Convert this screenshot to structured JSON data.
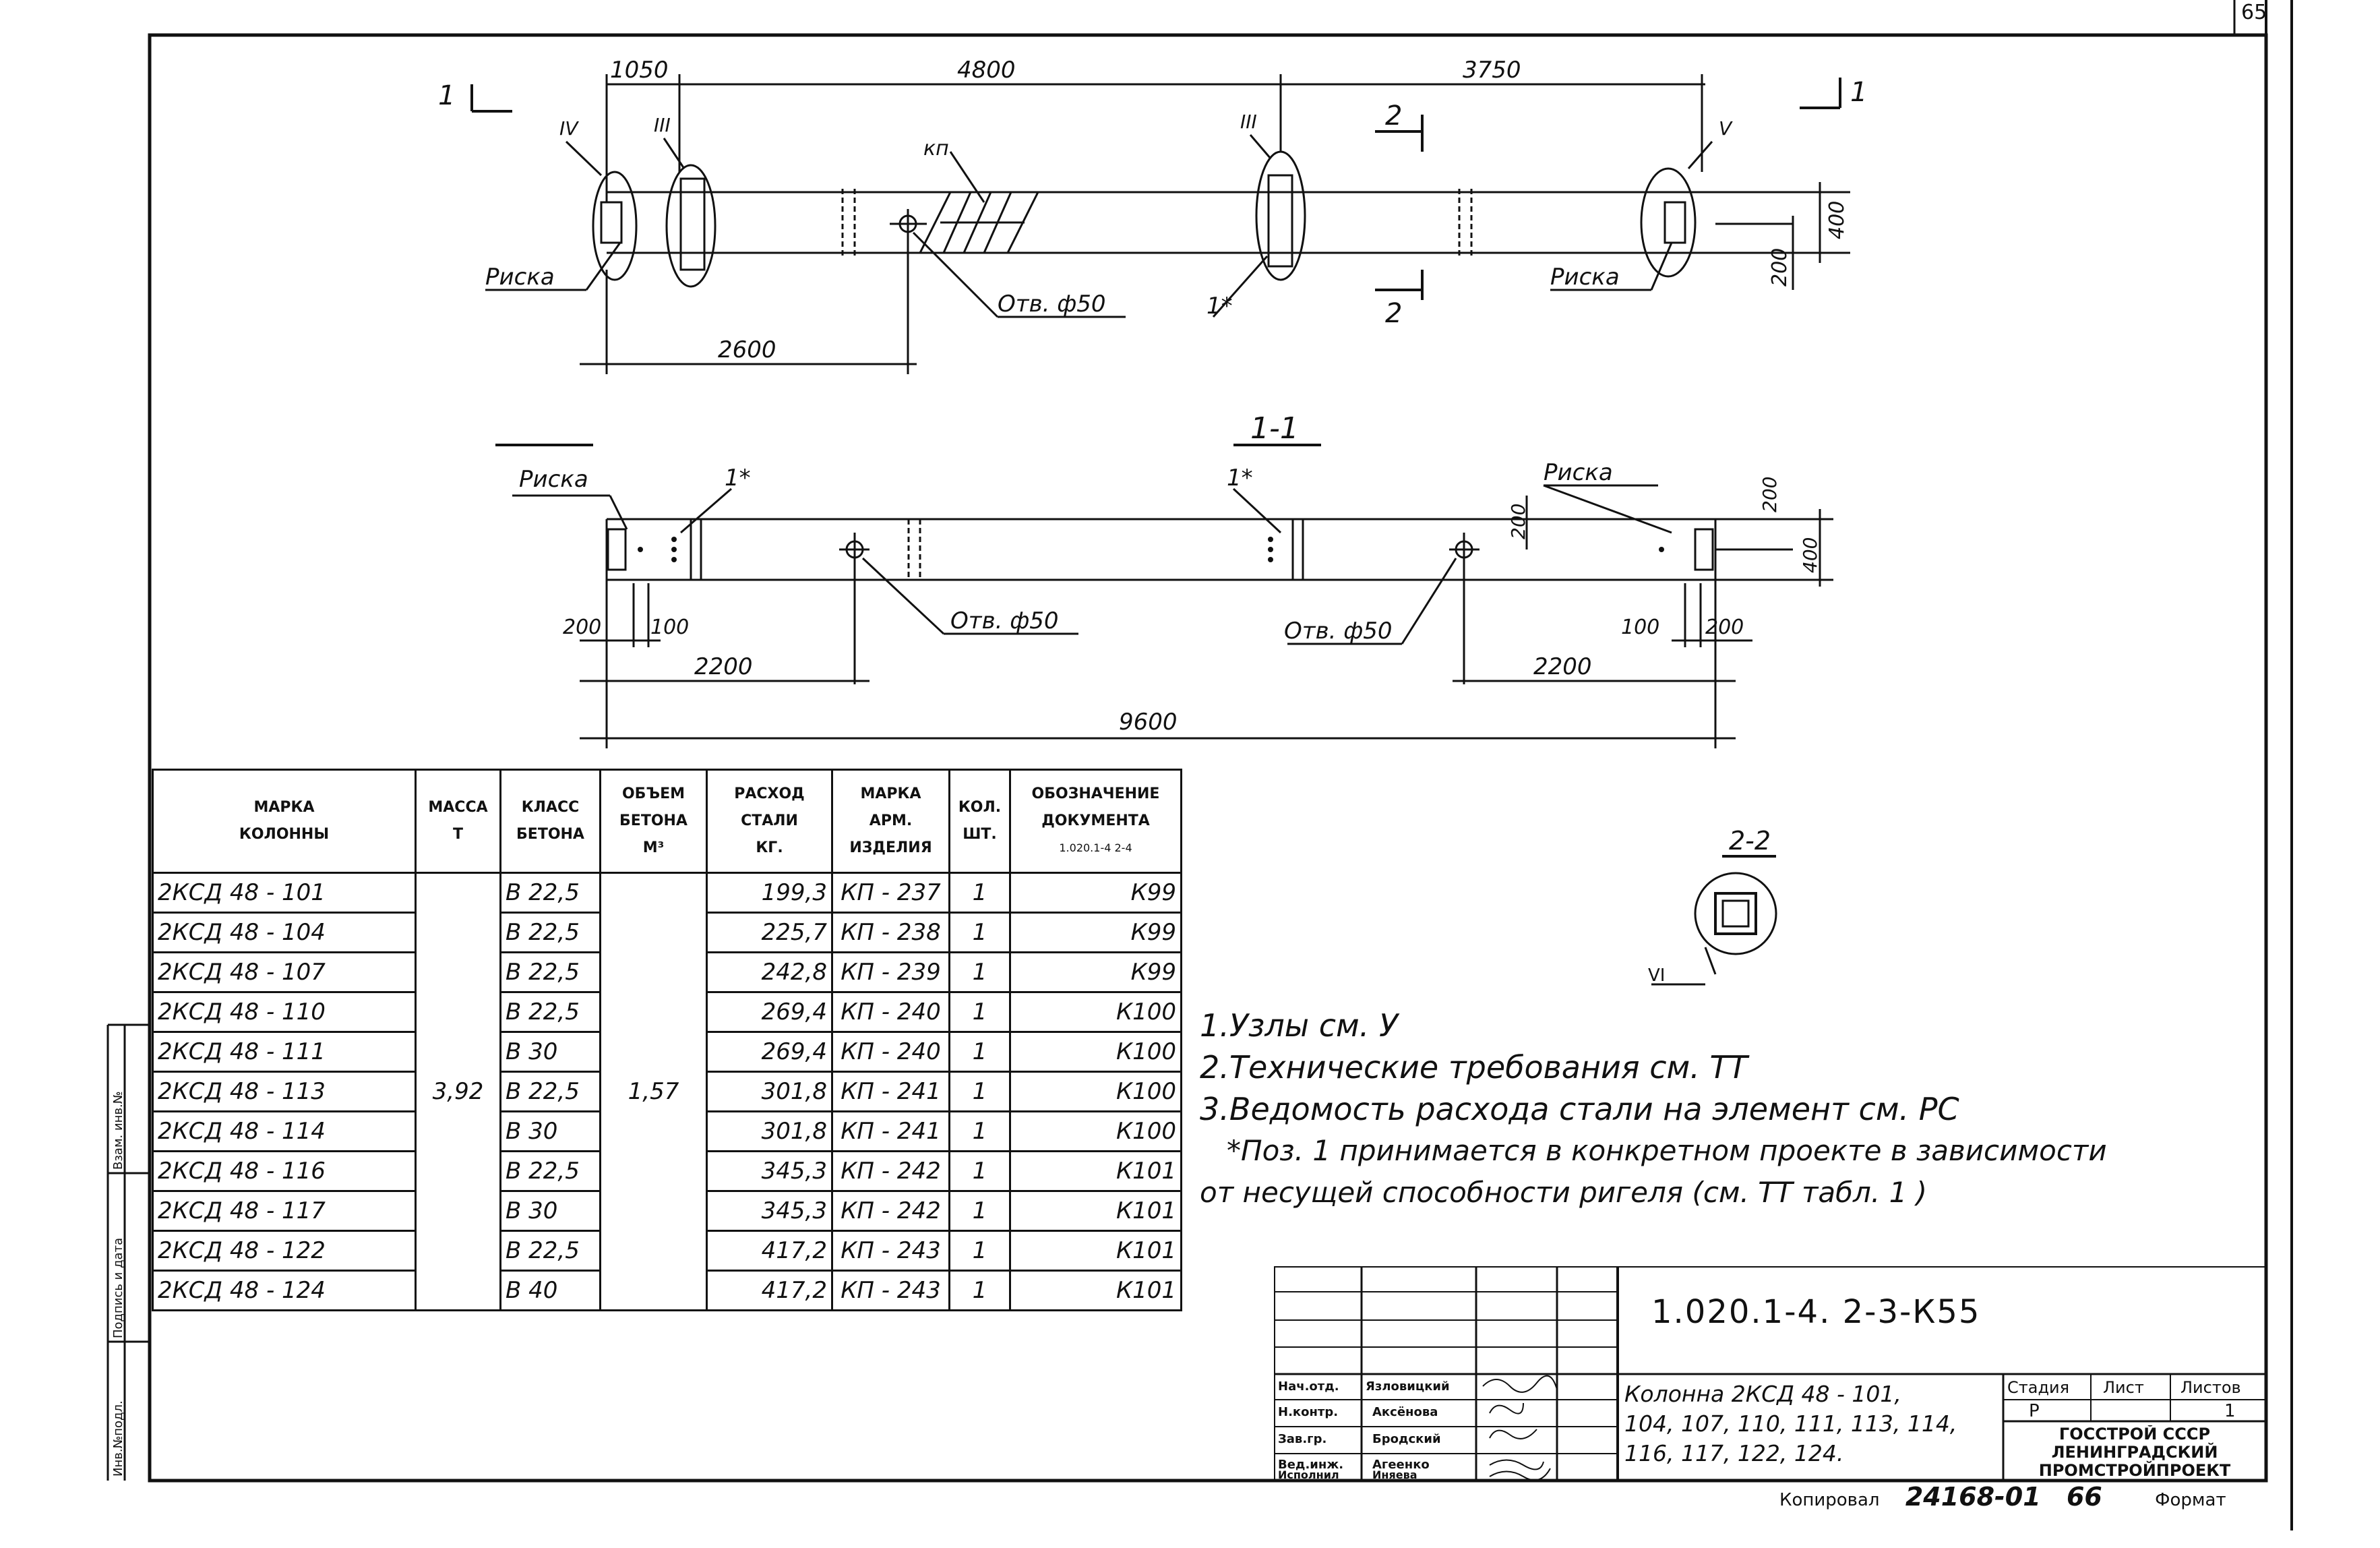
{
  "page_label": "65",
  "plan_view": {
    "section_marks": [
      "1",
      "1",
      "2",
      "2"
    ],
    "node_marks": [
      "IV",
      "III",
      "III",
      "V"
    ],
    "dim_top": [
      "1050",
      "4800",
      "3750"
    ],
    "dim_bottom": "2600",
    "dim_right": [
      "400",
      "200"
    ],
    "labels": {
      "kp": "кп",
      "hole": "Отв. ф50",
      "mark_left": "Риска",
      "mark_right": "Риска",
      "pos1": "1*"
    }
  },
  "section_view": {
    "title": "1-1",
    "labels": {
      "mark_left": "Риска",
      "mark_right": "Риска",
      "pos1_left": "1*",
      "pos1_right": "1*",
      "hole_left": "Отв. ф50",
      "hole_right": "Отв. ф50"
    },
    "dims": {
      "left_200": "200",
      "left_100": "100",
      "left_2200": "2200",
      "right_100": "100",
      "right_200": "200",
      "right_2200": "2200",
      "total": "9600",
      "right_vert_200": "200",
      "right_vert_200b": "200",
      "right_vert_400": "400"
    }
  },
  "detail_2_2": {
    "title": "2-2",
    "node": "VI"
  },
  "spec_table": {
    "headers": [
      [
        "МАРКА",
        "КОЛОННЫ"
      ],
      [
        "МАССА",
        "Т"
      ],
      [
        "КЛАСС",
        "БЕТОНА"
      ],
      [
        "ОБЪЕМ",
        "БЕТОНА",
        "М³"
      ],
      [
        "РАСХОД",
        "СТАЛИ",
        "КГ."
      ],
      [
        "МАРКА",
        "АРМ.",
        "ИЗДЕЛИЯ"
      ],
      [
        "КОЛ.",
        "ШТ."
      ],
      [
        "ОБОЗНАЧЕНИЕ",
        "ДОКУМЕНТА",
        "1.020.1-4 2-4"
      ]
    ],
    "mass": "3,92",
    "volume": "1,57",
    "rows": [
      {
        "mark": "2КСД 48 - 101",
        "concrete": "В 22,5",
        "steel": "199,3",
        "arm": "КП - 237",
        "qty": "1",
        "doc": "К99"
      },
      {
        "mark": "2КСД 48 - 104",
        "concrete": "В 22,5",
        "steel": "225,7",
        "arm": "КП - 238",
        "qty": "1",
        "doc": "К99"
      },
      {
        "mark": "2КСД 48 - 107",
        "concrete": "В 22,5",
        "steel": "242,8",
        "arm": "КП - 239",
        "qty": "1",
        "doc": "К99"
      },
      {
        "mark": "2КСД 48 - 110",
        "concrete": "В 22,5",
        "steel": "269,4",
        "arm": "КП - 240",
        "qty": "1",
        "doc": "К100"
      },
      {
        "mark": "2КСД 48 - 111",
        "concrete": "В 30",
        "steel": "269,4",
        "arm": "КП - 240",
        "qty": "1",
        "doc": "К100"
      },
      {
        "mark": "2КСД 48 - 113",
        "concrete": "В 22,5",
        "steel": "301,8",
        "arm": "КП - 241",
        "qty": "1",
        "doc": "К100"
      },
      {
        "mark": "2КСД 48 - 114",
        "concrete": "В 30",
        "steel": "301,8",
        "arm": "КП - 241",
        "qty": "1",
        "doc": "К100"
      },
      {
        "mark": "2КСД 48 - 116",
        "concrete": "В 22,5",
        "steel": "345,3",
        "arm": "КП - 242",
        "qty": "1",
        "doc": "К101"
      },
      {
        "mark": "2КСД 48 - 117",
        "concrete": "В 30",
        "steel": "345,3",
        "arm": "КП - 242",
        "qty": "1",
        "doc": "К101"
      },
      {
        "mark": "2КСД 48 - 122",
        "concrete": "В 22,5",
        "steel": "417,2",
        "arm": "КП - 243",
        "qty": "1",
        "doc": "К101"
      },
      {
        "mark": "2КСД 48 - 124",
        "concrete": "В 40",
        "steel": "417,2",
        "arm": "КП - 243",
        "qty": "1",
        "doc": "К101"
      }
    ]
  },
  "notes": [
    "1.Узлы см. У",
    "2.Технические требования см. ТТ",
    "3.Ведомость расхода стали на элемент см. РС",
    "*Поз. 1 принимается в конкретном проекте в зависимости",
    "от несущей способности ригеля (см. ТТ табл. 1 )"
  ],
  "title_block": {
    "code": "1.020.1-4.   2-3-К55",
    "description_lines": [
      "Колонна 2КСД 48 - 101,",
      "104, 107, 110, 111, 113, 114,",
      "116, 117, 122, 124."
    ],
    "roles": [
      "Нач.отд.",
      "Н.контр.",
      "Зав.гр.",
      "Вед.инж.",
      "Исполнил"
    ],
    "names": [
      "Язловицкий",
      "Аксёнова",
      "Бродский",
      "Агеенко",
      "Иняева"
    ],
    "stage_header": "Стадия",
    "sheet_header": "Лист",
    "sheets_header": "Листов",
    "stage": "Р",
    "sheets": "1",
    "org_lines": [
      "ГОССТРОЙ СССР",
      "ЛЕНИНГРАДСКИЙ",
      "ПРОМСТРОЙПРОЕКТ"
    ]
  },
  "left_stamp": [
    "Инв.№подл.",
    "Подпись и дата",
    "Взам. инв.№"
  ],
  "copy_line": {
    "copied_label": "Копировал",
    "number": "24168-01",
    "page": "66",
    "format_label": "Формат"
  }
}
